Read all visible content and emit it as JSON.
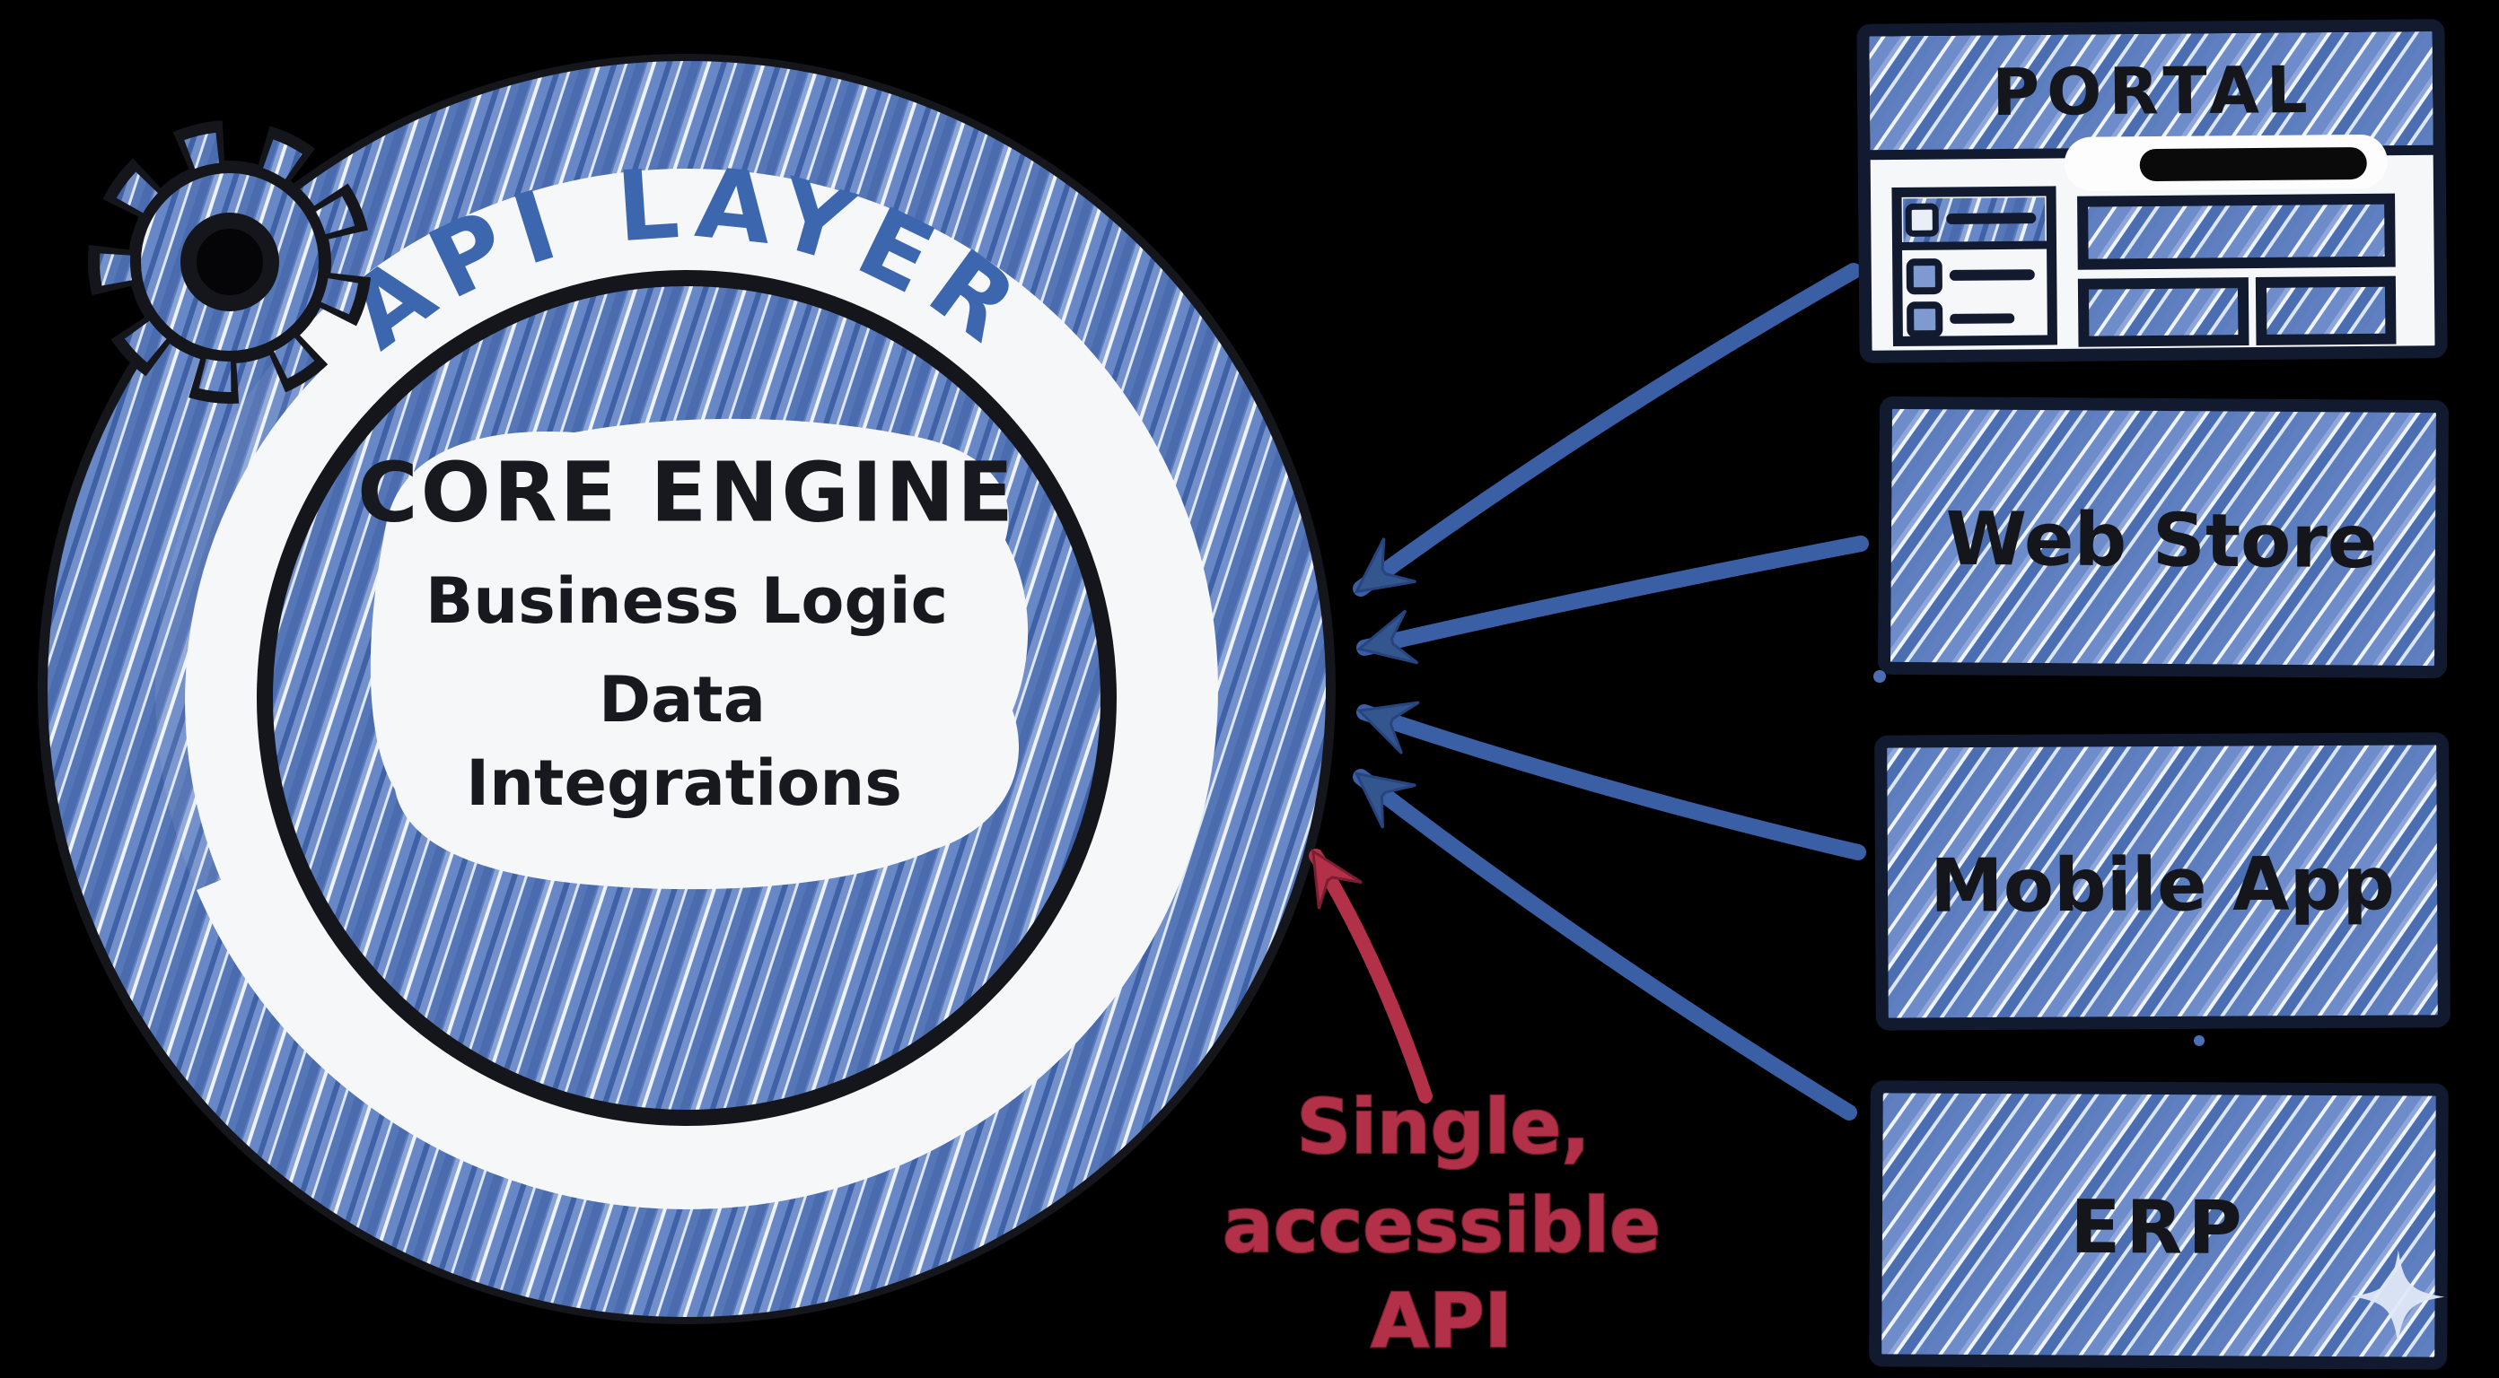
{
  "colors": {
    "background": "#000000",
    "ink": "#14161c",
    "paper": "#f6f7f9",
    "marker_blue": "#5d7dbd",
    "marker_blue_dark": "#3f61a6",
    "arrow_blue": "#3a5fa5",
    "label_blue": "#3c66ae",
    "accent_red": "#b23148"
  },
  "api_layer": {
    "label": "API LAYER"
  },
  "core_engine": {
    "title": "CORE ENGINE",
    "items": [
      "Business Logic",
      "Data",
      "Integrations"
    ]
  },
  "clients": [
    {
      "label": "PORTAL"
    },
    {
      "label": "Web Store"
    },
    {
      "label": "Mobile App"
    },
    {
      "label": "ERP"
    }
  ],
  "annotation": {
    "lines": [
      "Single,",
      "accessible",
      "API"
    ]
  },
  "connections": [
    {
      "from": "PORTAL",
      "to": "API LAYER"
    },
    {
      "from": "Web Store",
      "to": "API LAYER"
    },
    {
      "from": "Mobile App",
      "to": "API LAYER"
    },
    {
      "from": "ERP",
      "to": "API LAYER"
    }
  ],
  "icons": {
    "gear": "gear-icon",
    "sparkle": "sparkle-icon"
  }
}
